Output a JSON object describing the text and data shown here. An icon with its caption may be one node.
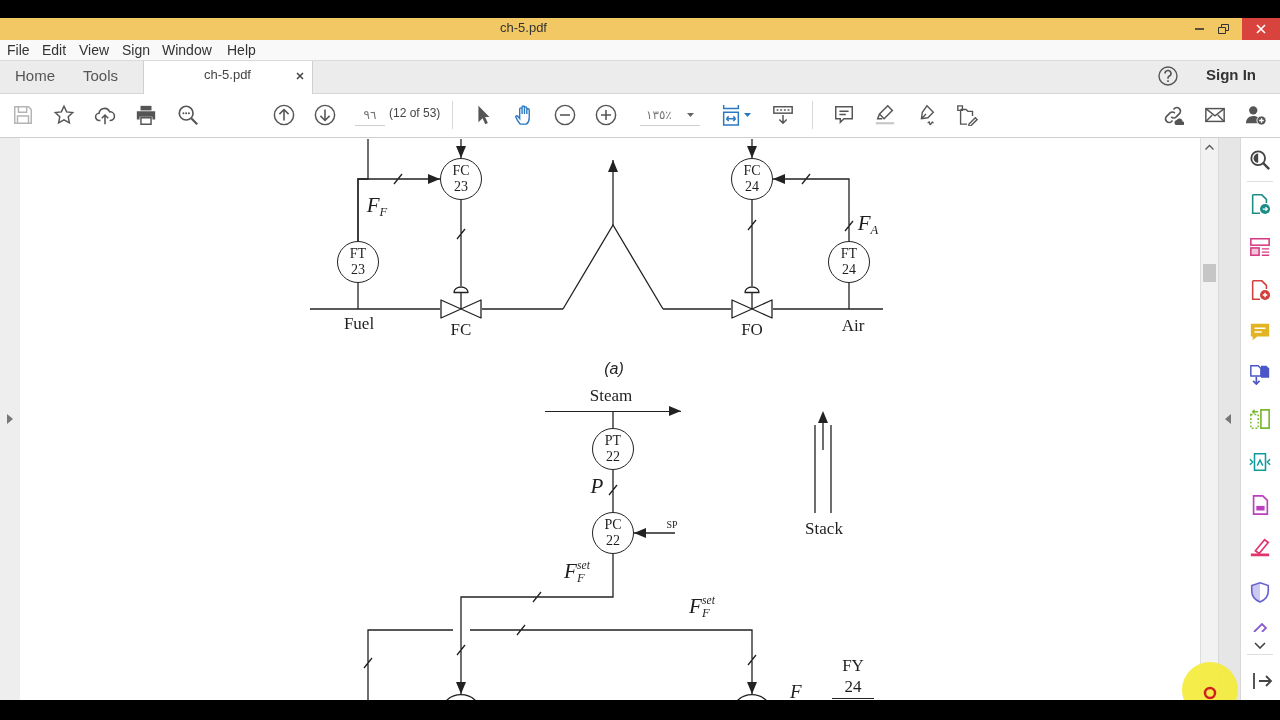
{
  "diagram": {
    "nodes": [
      {
        "text": [
          "FC 23"
        ]
      },
      {
        "text": [
          "FC 24"
        ]
      },
      {
        "text": [
          "FT 23"
        ]
      },
      {
        "text": [
          "FT 24"
        ]
      },
      {
        "text": [
          "FC"
        ]
      },
      {
        "text": [],
        "shape": "triangle"
      },
      {
        "text": [
          "FO"
        ]
      },
      {
        "text": [
          "Steam"
        ]
      },
      {
        "text": [
          "PT 22"
        ]
      },
      {
        "text": [
          "PC 22"
        ]
      },
      {
        "text": [
          "SP"
        ]
      },
      {
        "text": [
          "Stack"
        ]
      },
      {
        "text": [],
        "shape": "circle"
      },
      {
        "text": [],
        "shape": "circle"
      },
      {
        "text": [
          "FY 24"
        ]
      }
    ],
    "edges": [
      {
        "from": 2,
        "to": 0,
        "arrow": "to",
        "label": "F$_{F}$"
      },
      {
        "from": 2,
        "to": null,
        "arrow": "none"
      },
      {
        "from": null,
        "to": 0,
        "arrow": "to"
      },
      {
        "from": 0,
        "to": 4,
        "arrow": "none"
      },
      {
        "from": null,
        "to": 1,
        "arrow": "to"
      },
      {
        "from": 3,
        "to": 1,
        "arrow": "to",
        "label": "F$_{A}$"
      },
      {
        "from": 1,
        "to": 6,
        "arrow": "none"
      },
      {
        "from": null,
        "to": 4,
        "arrow": "none",
        "label": "Fuel"
      },
      {
        "from": 2,
        "to": null,
        "arrow": "none"
      },
      {
        "from": 4,
        "to": 5,
        "arrow": "none"
      },
      {
        "from": 6,
        "to": 5,
        "arrow": "none"
      },
      {
        "from": null,
        "to": 6,
        "arrow": "none",
        "label": "Air"
      },
      {
        "from": 3,
        "to": null,
        "arrow": "none"
      },
      {
        "from": 5,
        "to": null,
        "arrow": "to"
      },
      {
        "from": 8,
        "to": 7,
        "arrow": "none"
      },
      {
        "from": 8,
        "to": 9,
        "arrow": "none",
        "label": "P"
      },
      {
        "from": 10,
        "to": 9,
        "arrow": "to"
      },
      {
        "from": 9,
        "to": 12,
        "arrow": "to",
        "label": "F$_{F}$$^{set}$"
      },
      {
        "from": null,
        "to": 13,
        "arrow": "to",
        "label": "F$_{F}$$^{set}$"
      }
    ],
    "labels": [
      "ch-5.pdf",
      "File",
      "Edit",
      "View",
      "Sign",
      "Window",
      "Help",
      "Home",
      "Tools",
      "ch-5.pdf",
      "Sign In",
      "٩٦",
      "(12 of 53)",
      "١٣٥٪",
      "(a)",
      "F"
    ]
  }
}
